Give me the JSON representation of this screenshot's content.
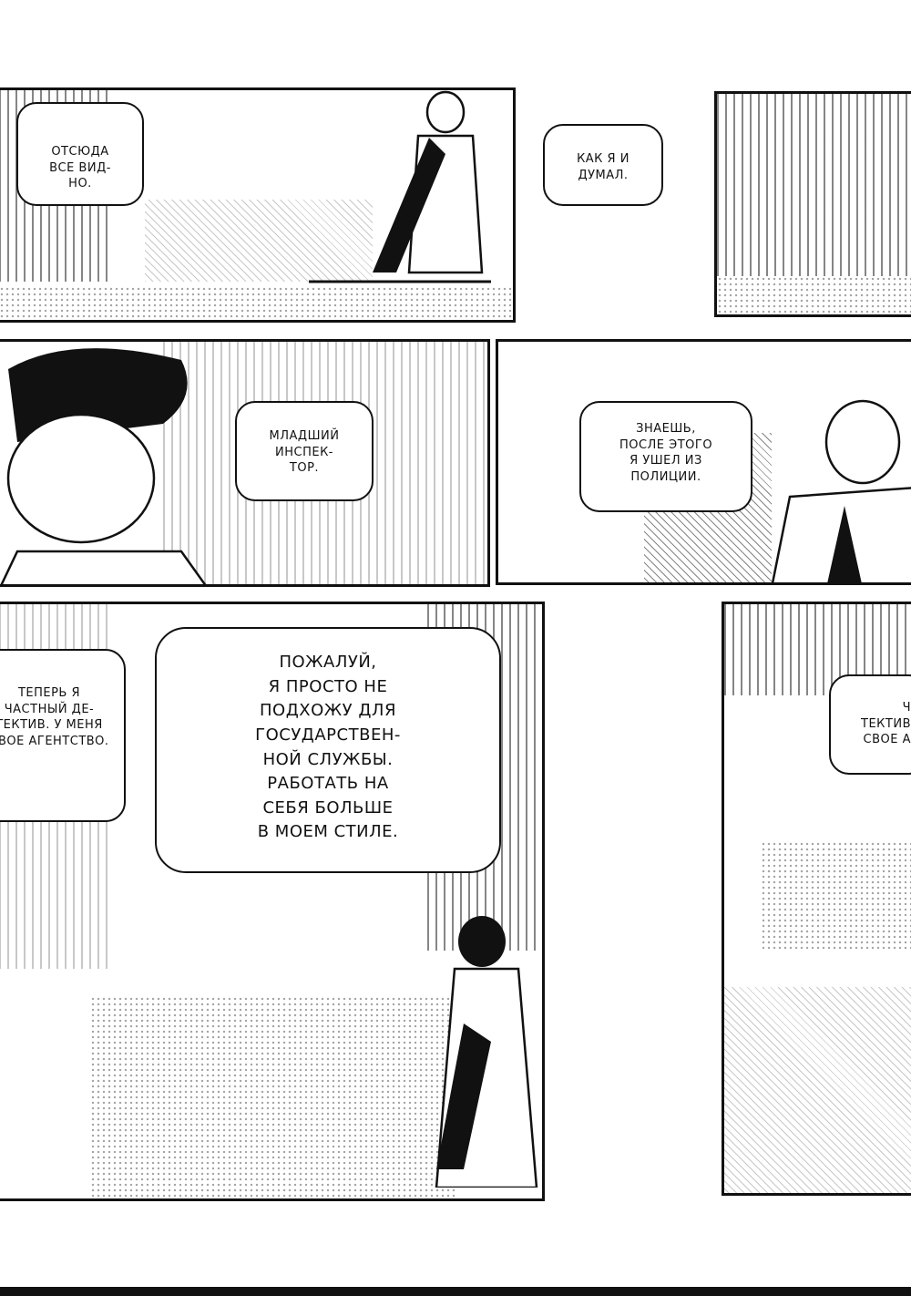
{
  "page": {
    "bubbles": [
      {
        "id": "b1",
        "lines": [
          "Отсюда",
          "все вид-",
          "но."
        ]
      },
      {
        "id": "b2",
        "lines": [
          "Как я и",
          "думал."
        ]
      },
      {
        "id": "b3",
        "lines": [
          "Младший",
          "инспек-",
          "тор."
        ]
      },
      {
        "id": "b4",
        "lines": [
          "Знаешь,",
          "после этого",
          "я ушел из",
          "полиции."
        ]
      },
      {
        "id": "b5",
        "lines": [
          "Теперь я",
          "частный де-",
          "тектив. У меня",
          "свое агентство."
        ]
      },
      {
        "id": "b6",
        "lines": [
          "Пожалуй,",
          "я просто не",
          "подхожу для",
          "государствен-",
          "ной службы.",
          "Работать на",
          "себя больше",
          "в моем стиле."
        ]
      },
      {
        "id": "b7",
        "lines": [
          "Ч",
          "тектив",
          "свое а"
        ]
      }
    ]
  }
}
